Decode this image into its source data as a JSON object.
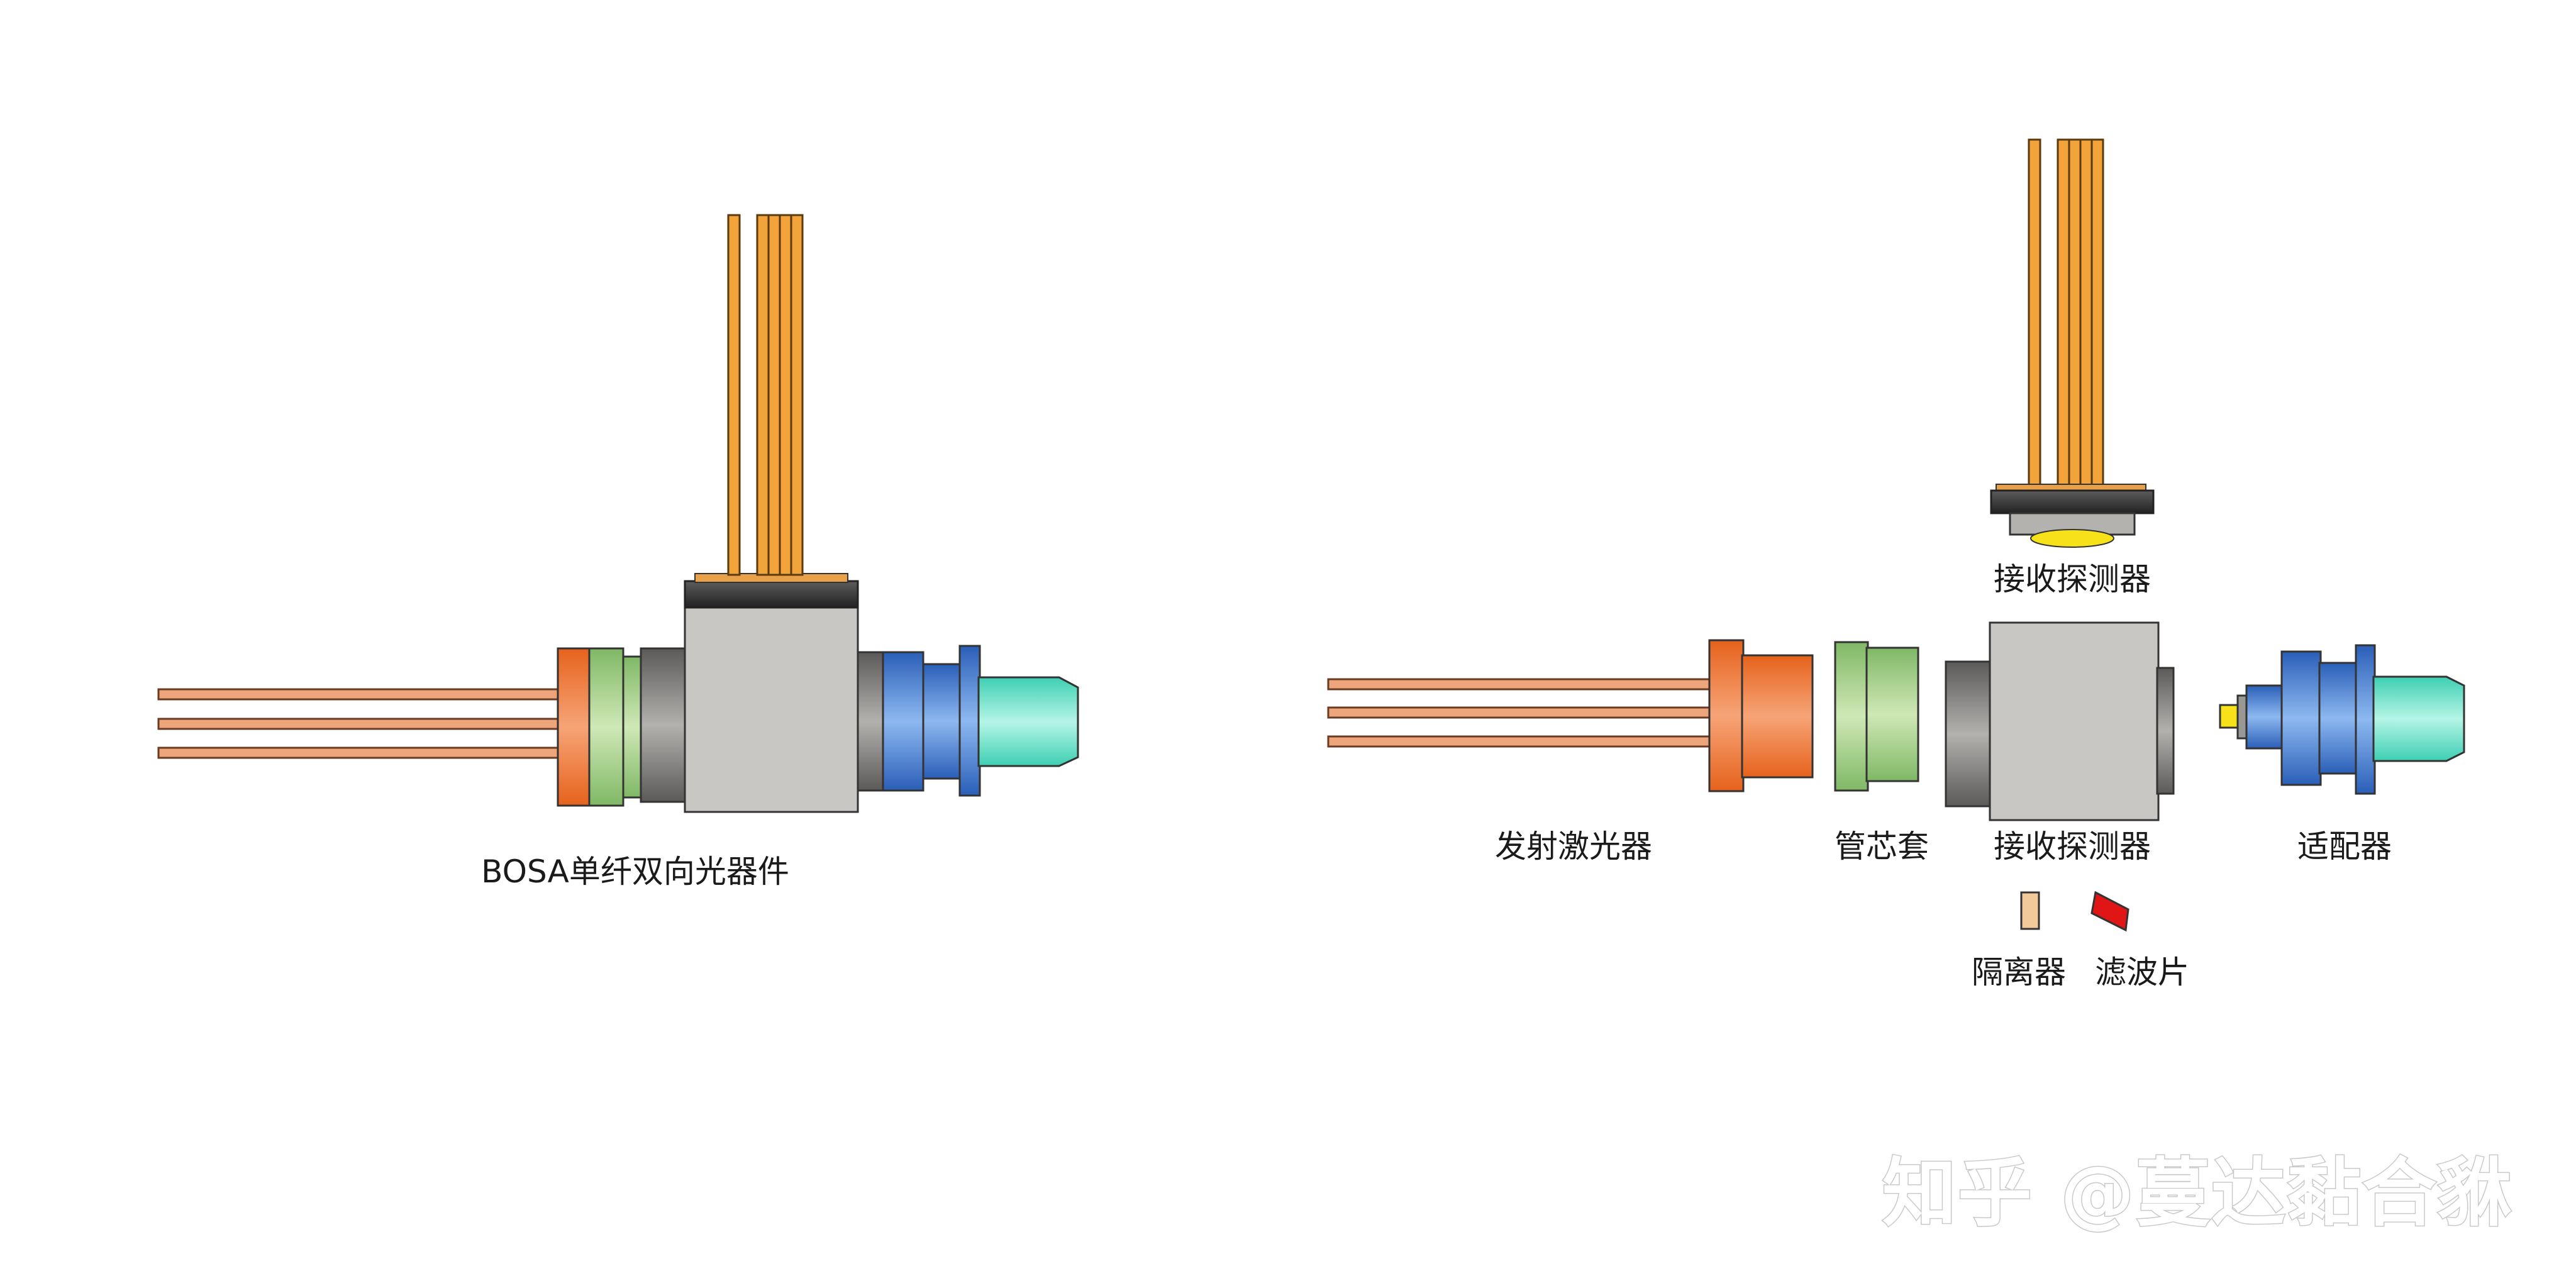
{
  "assembled": {
    "caption": "BOSA单纤双向光器件"
  },
  "exploded": {
    "parts": {
      "receiver_top": "接收探测器",
      "transmitter": "发射激光器",
      "ferrule_sleeve": "管芯套",
      "receiver_body": "接收探测器",
      "adapter": "适配器"
    },
    "legend": {
      "isolator": "隔离器",
      "filter": "滤波片"
    }
  },
  "watermark": "知乎 @蔓达黏合貅",
  "colors": {
    "pin_gold": "#f2a33a",
    "lead_copper": "#eda57b",
    "laser_orange": "#ef7a2c",
    "sleeve_green": "#9bcb7e",
    "body_gray": "#c8c7c3",
    "dark_gray": "#6f6c6a",
    "adapter_blue": "#3d7ed6",
    "adapter_cyan": "#4fe0c4",
    "lens_yellow": "#f7e21a",
    "isolator_beige": "#f2c999",
    "filter_red": "#e01515"
  }
}
